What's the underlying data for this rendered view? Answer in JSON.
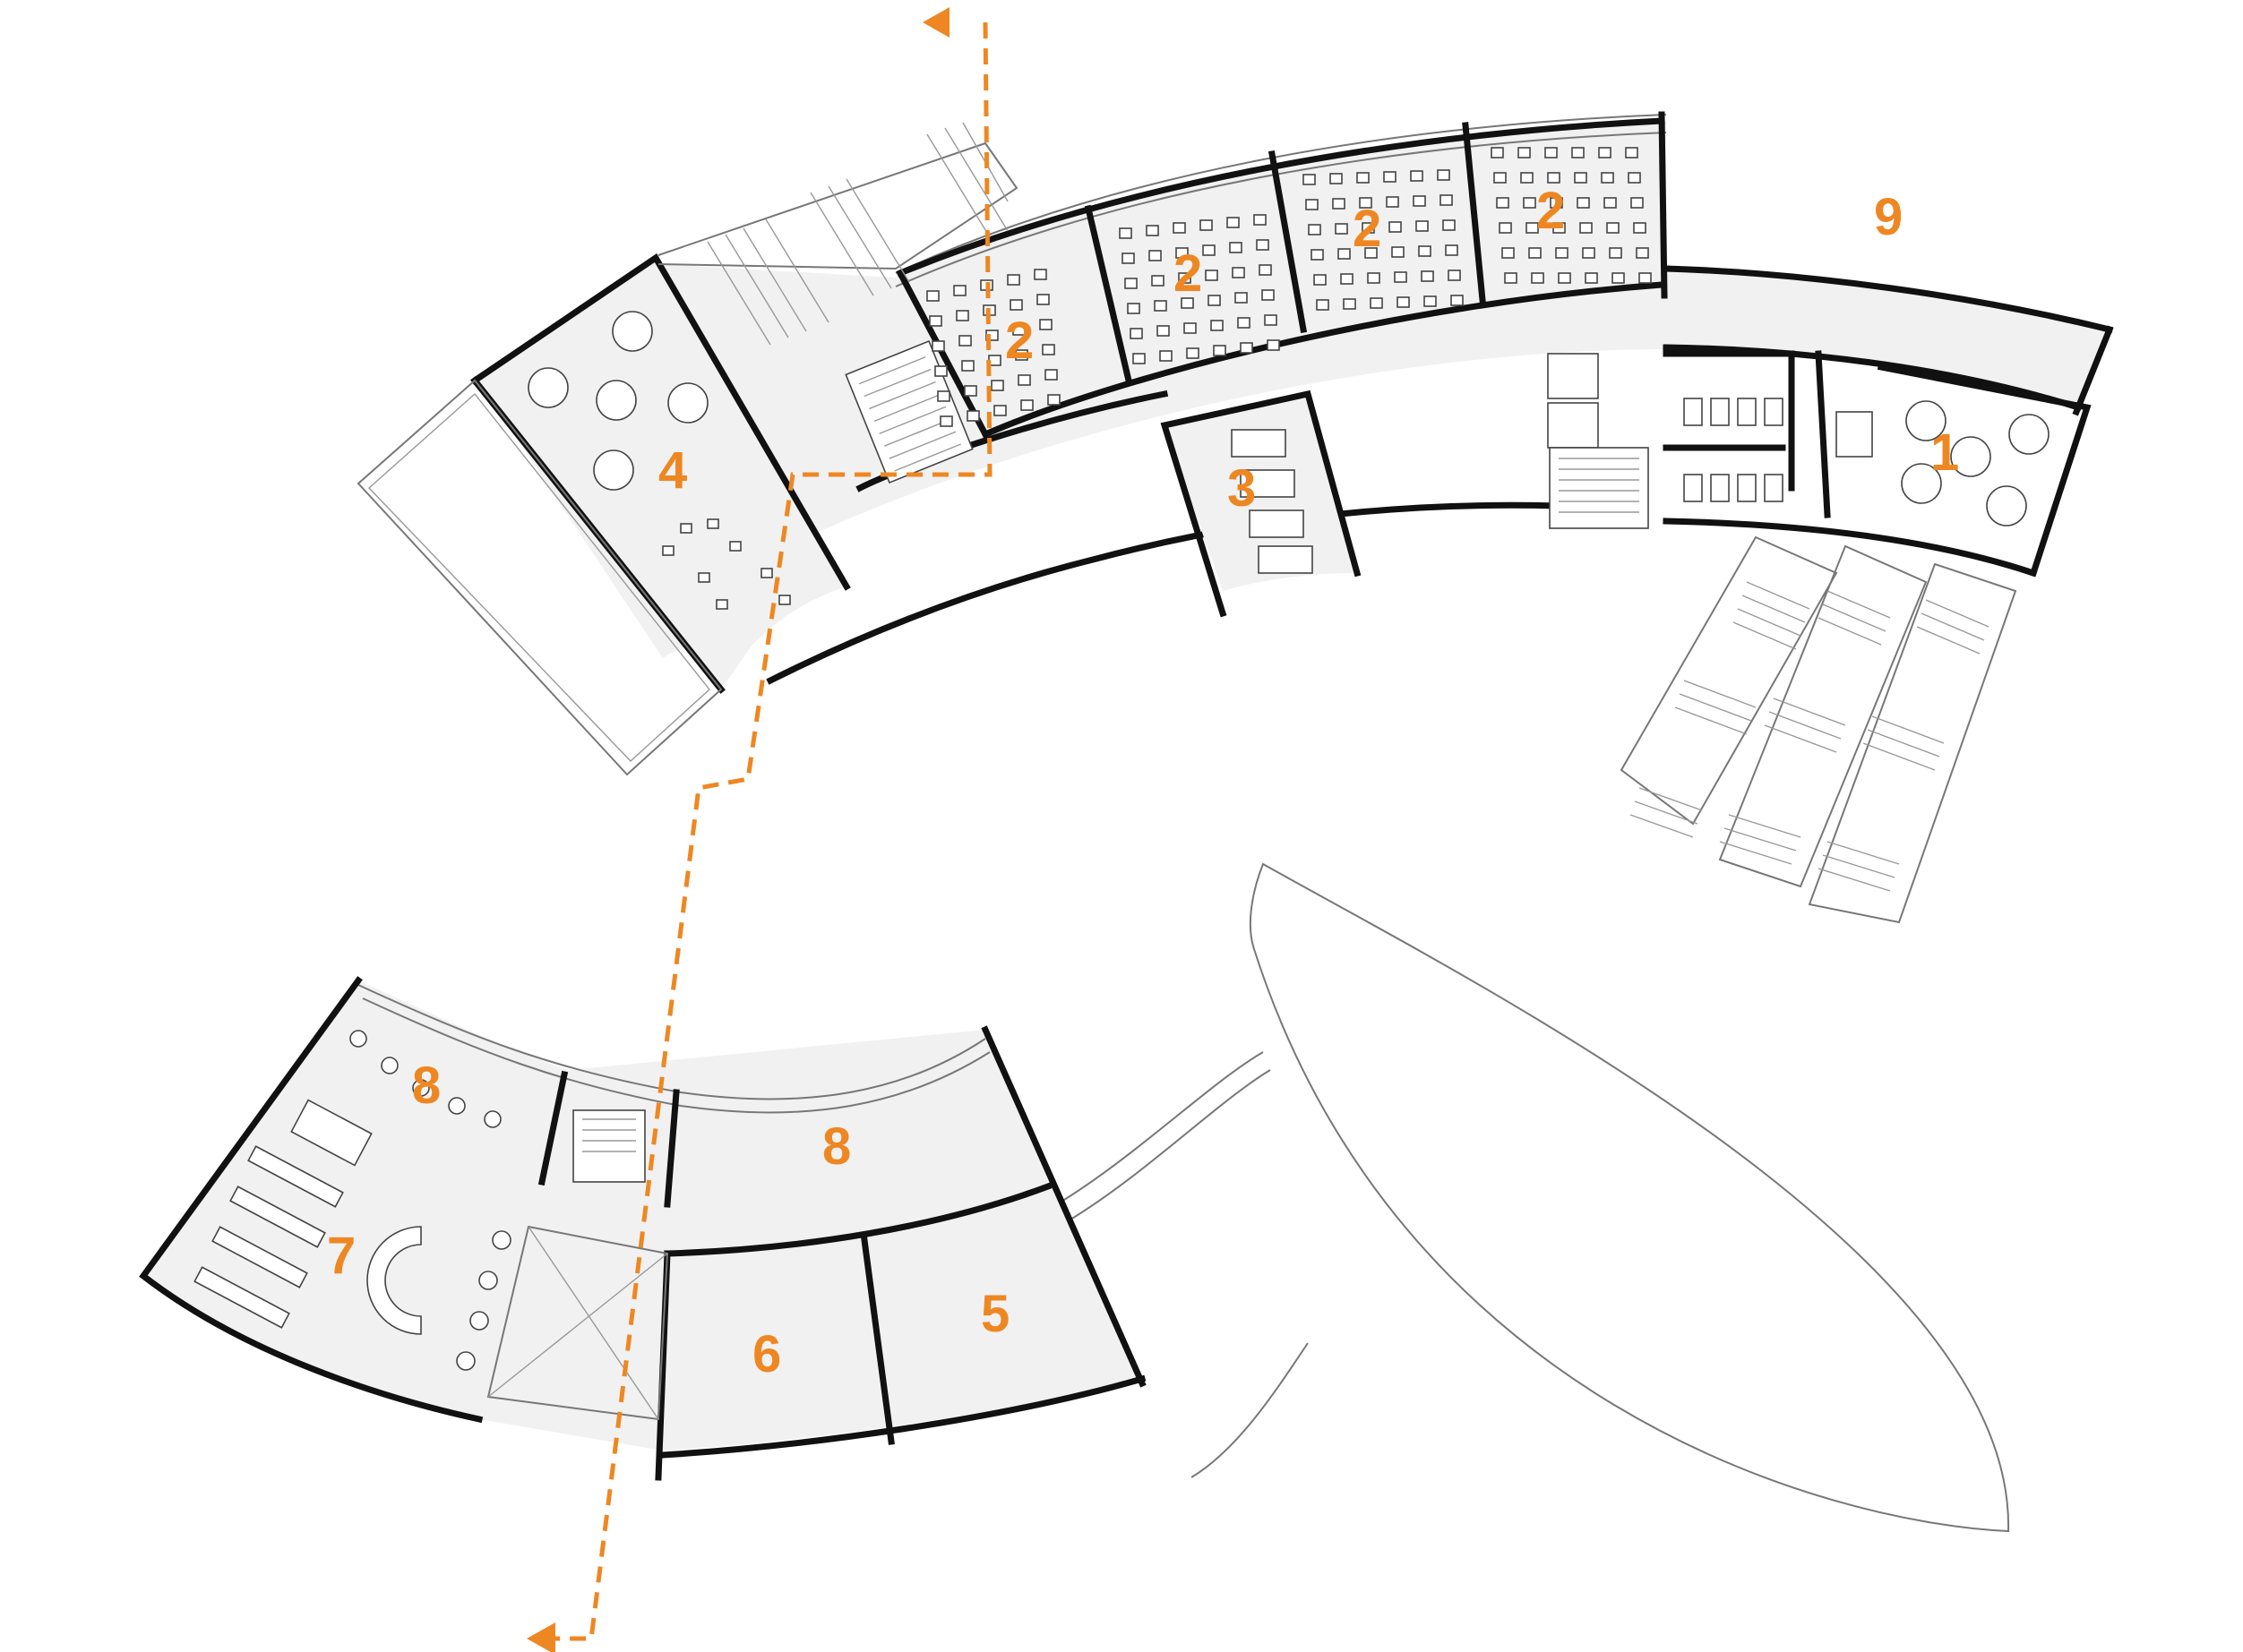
{
  "plan": {
    "accent_color": "#ee8722",
    "wall_color": "#111111",
    "floor_color": "#f1f1f1",
    "room_labels": [
      {
        "id": "r1",
        "text": "1"
      },
      {
        "id": "r2a",
        "text": "2"
      },
      {
        "id": "r2b",
        "text": "2"
      },
      {
        "id": "r2c",
        "text": "2"
      },
      {
        "id": "r2d",
        "text": "2"
      },
      {
        "id": "r3",
        "text": "3"
      },
      {
        "id": "r4",
        "text": "4"
      },
      {
        "id": "r5",
        "text": "5"
      },
      {
        "id": "r6",
        "text": "6"
      },
      {
        "id": "r7",
        "text": "7"
      },
      {
        "id": "r8a",
        "text": "8"
      },
      {
        "id": "r8b",
        "text": "8"
      },
      {
        "id": "r9",
        "text": "9"
      }
    ],
    "icons": {
      "path_arrow": "arrow-head-icon",
      "table": "round-table-icon",
      "chair": "chair-icon",
      "stair": "stair-icon",
      "toilet": "toilet-icon"
    }
  }
}
